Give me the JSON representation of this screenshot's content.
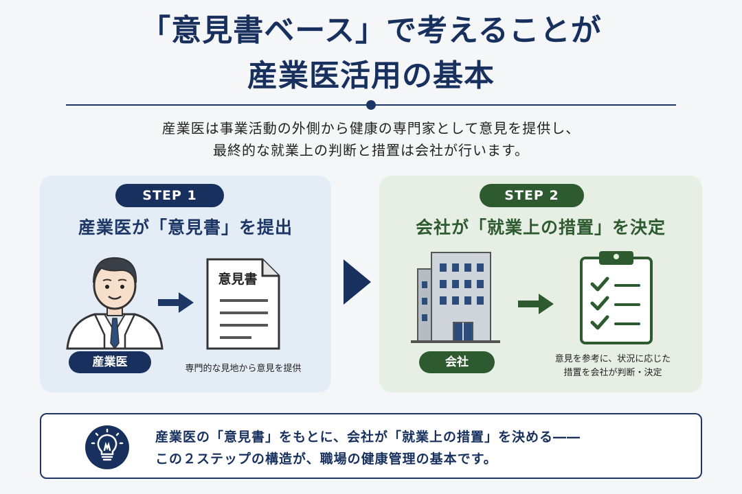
{
  "title": {
    "line1": "「意見書ベース」で考えることが",
    "line2": "産業医活用の基本"
  },
  "intro": {
    "line1": "産業医は事業活動の外側から健康の専門家として意見を提供し、",
    "line2": "最終的な就業上の判断と措置は会社が行います。"
  },
  "step1": {
    "pill": "STEP 1",
    "heading": "産業医が「意見書」を提出",
    "doc_label": "意見書",
    "actor_badge": "産業医",
    "caption": "専門的な見地から意見を提供"
  },
  "step2": {
    "pill": "STEP 2",
    "heading": "会社が「就業上の措置」を決定",
    "actor_badge": "会社",
    "caption_line1": "意見を参考に、状況に応じた",
    "caption_line2": "措置を会社が判断・決定"
  },
  "summary": {
    "line1": "産業医の「意見書」をもとに、会社が「就業上の措置」を決める――",
    "line2": "この２ステップの構造が、職場の健康管理の基本です。"
  },
  "icons": {
    "doctor": "doctor-icon",
    "document": "document-icon",
    "building": "building-icon",
    "clipboard": "clipboard-checklist-icon",
    "bulb": "lightbulb-icon",
    "flow_arrow": "arrow-right-icon",
    "step_arrow": "chevron-right-icon"
  },
  "colors": {
    "navy": "#17305e",
    "green": "#2d5b2f",
    "step1_bg": "#e4ecf6",
    "step2_bg": "#e7efe5"
  }
}
